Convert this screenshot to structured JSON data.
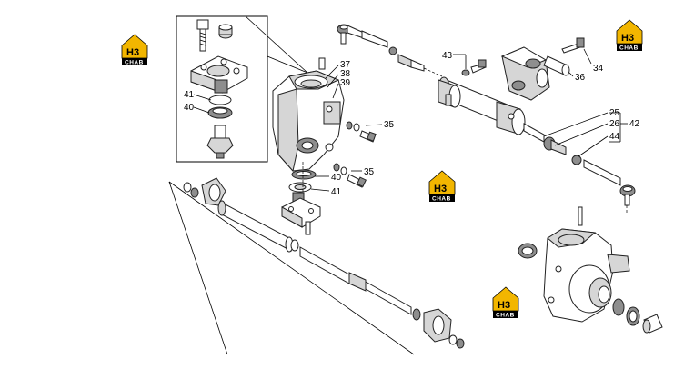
{
  "callouts": {
    "c34": "34",
    "c35a": "35",
    "c35b": "35",
    "c36": "36",
    "c37": "37",
    "c38": "38",
    "c39": "39",
    "c40a": "40",
    "c40b": "40",
    "c41a": "41",
    "c41b": "41",
    "c42": "42",
    "c43": "43",
    "c44": "44",
    "c25": "25",
    "c26": "26"
  },
  "logo": {
    "mark": "H3",
    "name": "CHAB",
    "color_bg": "#f2b600",
    "color_text": "#000000"
  }
}
